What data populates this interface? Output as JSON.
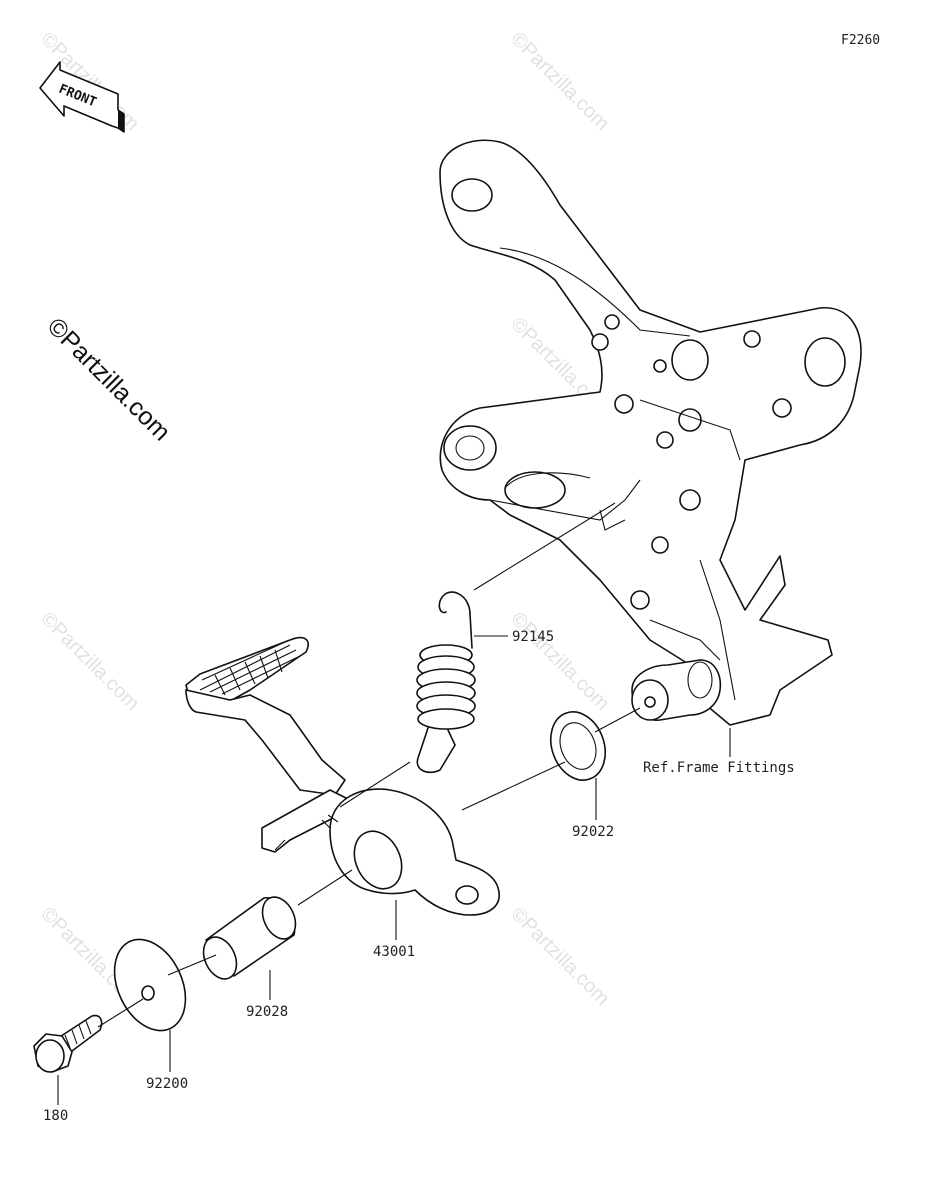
{
  "figure_code": "F2260",
  "front_indicator": {
    "text": "FRONT",
    "icon": "front-arrow-icon"
  },
  "watermark": {
    "text": "©Partzilla.com"
  },
  "parts": [
    {
      "number": "92145",
      "description": ""
    },
    {
      "number": "92022",
      "description": ""
    },
    {
      "number": "43001",
      "description": ""
    },
    {
      "number": "92028",
      "description": ""
    },
    {
      "number": "92200",
      "description": ""
    },
    {
      "number": "180",
      "description": ""
    }
  ],
  "reference_label": "Ref.Frame Fittings"
}
